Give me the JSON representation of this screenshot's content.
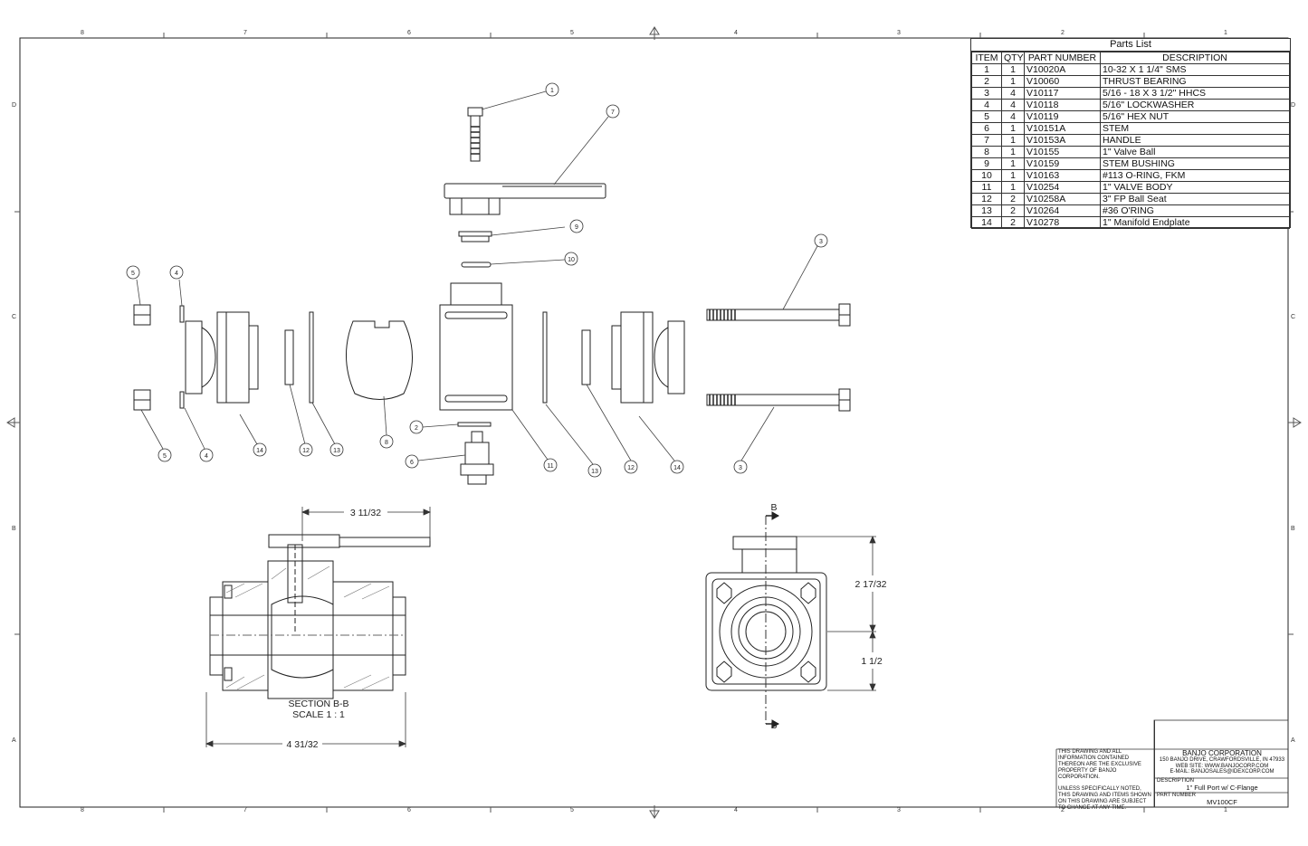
{
  "zones": {
    "columns": [
      "8",
      "7",
      "6",
      "5",
      "4",
      "3",
      "2",
      "1"
    ],
    "rows": [
      "D",
      "C",
      "B",
      "A"
    ]
  },
  "parts_list": {
    "title": "Parts List",
    "headers": [
      "ITEM",
      "QTY",
      "PART NUMBER",
      "DESCRIPTION"
    ],
    "rows": [
      [
        "1",
        "1",
        "V10020A",
        "10-32 X 1 1/4\" SMS"
      ],
      [
        "2",
        "1",
        "V10060",
        "THRUST BEARING"
      ],
      [
        "3",
        "4",
        "V10117",
        "5/16 - 18 X 3 1/2\" HHCS"
      ],
      [
        "4",
        "4",
        "V10118",
        "5/16\" LOCKWASHER"
      ],
      [
        "5",
        "4",
        "V10119",
        "5/16\" HEX NUT"
      ],
      [
        "6",
        "1",
        "V10151A",
        "STEM"
      ],
      [
        "7",
        "1",
        "V10153A",
        "HANDLE"
      ],
      [
        "8",
        "1",
        "V10155",
        "1\" Valve Ball"
      ],
      [
        "9",
        "1",
        "V10159",
        "STEM BUSHING"
      ],
      [
        "10",
        "1",
        "V10163",
        "#113 O-RING, FKM"
      ],
      [
        "11",
        "1",
        "V10254",
        "1\" VALVE BODY"
      ],
      [
        "12",
        "2",
        "V10258A",
        "3\" FP Ball Seat"
      ],
      [
        "13",
        "2",
        "V10264",
        "#36 O'RING"
      ],
      [
        "14",
        "2",
        "V10278",
        "1\" Manifold Endplate"
      ]
    ]
  },
  "balloons": {
    "b1": "1",
    "b7": "7",
    "b9": "9",
    "b10": "10",
    "b5a": "5",
    "b4a": "4",
    "b3a": "3",
    "b5b": "5",
    "b4b": "4",
    "b14a": "14",
    "b12a": "12",
    "b13a": "13",
    "b8": "8",
    "b2": "2",
    "b6": "6",
    "b11": "11",
    "b13b": "13",
    "b12b": "12",
    "b14b": "14",
    "b3b": "3"
  },
  "section_view": {
    "width_dim": "3 11/32",
    "length_dim": "4 31/32",
    "label_line1": "SECTION B-B",
    "label_line2": "SCALE 1 : 1"
  },
  "end_view": {
    "height_dim": "2 17/32",
    "center_dim": "1 1/2",
    "section_mark_top": "B",
    "section_mark_bottom": "B"
  },
  "title_block": {
    "note1": "THIS DRAWING AND ALL INFORMATION CONTAINED THEREON ARE THE EXCLUSIVE PROPERTY OF BANJO CORPORATION.",
    "note2": "UNLESS SPECIFICALLY NOTED, THIS DRAWING AND ITEMS SHOWN ON THIS DRAWING ARE SUBJECT TO CHANGE AT ANY TIME.",
    "company": "BANJO CORPORATION",
    "address": "150 BANJO DRIVE, CRAWFORDSVILLE, IN 47933",
    "web": "WEB SITE: WWW.BANJOCORP.COM",
    "email": "E-MAIL: BANJOSALES@IDEXCORP.COM",
    "description_label": "DESCRIPTION",
    "description": "1\" Full Port w/ C-Flange",
    "part_number_label": "PART NUMBER",
    "part_number": "MV100CF"
  }
}
